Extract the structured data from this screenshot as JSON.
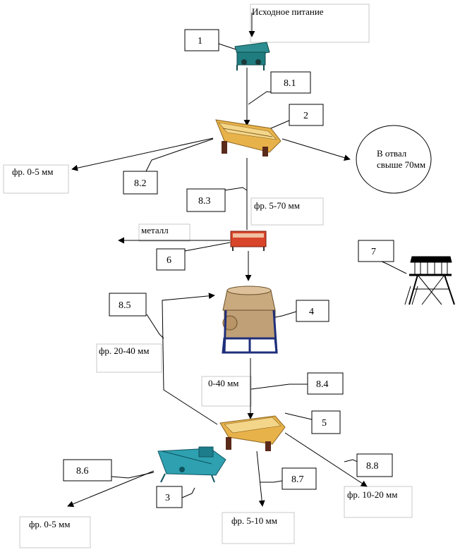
{
  "texts": {
    "feed": "Исходное питание",
    "fr_0_5_top": "фр. 0-5 мм",
    "fr_5_70": "фр. 5-70 мм",
    "metal": "металл",
    "waste_line1": "В отвал",
    "waste_line2": "свыше 70мм",
    "fr_20_40": "фр. 20-40 мм",
    "fr_0_40": "0-40 мм",
    "fr_10_20": "фр. 10-20 мм",
    "fr_5_10": "фр. 5-10 мм",
    "fr_0_5_bottom": "фр. 0-5 мм"
  },
  "callouts": {
    "c1": "1",
    "c2": "2",
    "c3": "3",
    "c4": "4",
    "c5": "5",
    "c6": "6",
    "c7": "7",
    "c8_1": "8.1",
    "c8_2": "8.2",
    "c8_3": "8.3",
    "c8_4": "8.4",
    "c8_5": "8.5",
    "c8_6": "8.6",
    "c8_7": "8.7",
    "c8_8": "8.8"
  },
  "colors": {
    "feeder": "#1f7d80",
    "screen": "#e8b24a",
    "separator": "#d8452a",
    "crusher": "#c9a97e",
    "frame": "#1f2f7a",
    "washer": "#2ea0b0"
  }
}
